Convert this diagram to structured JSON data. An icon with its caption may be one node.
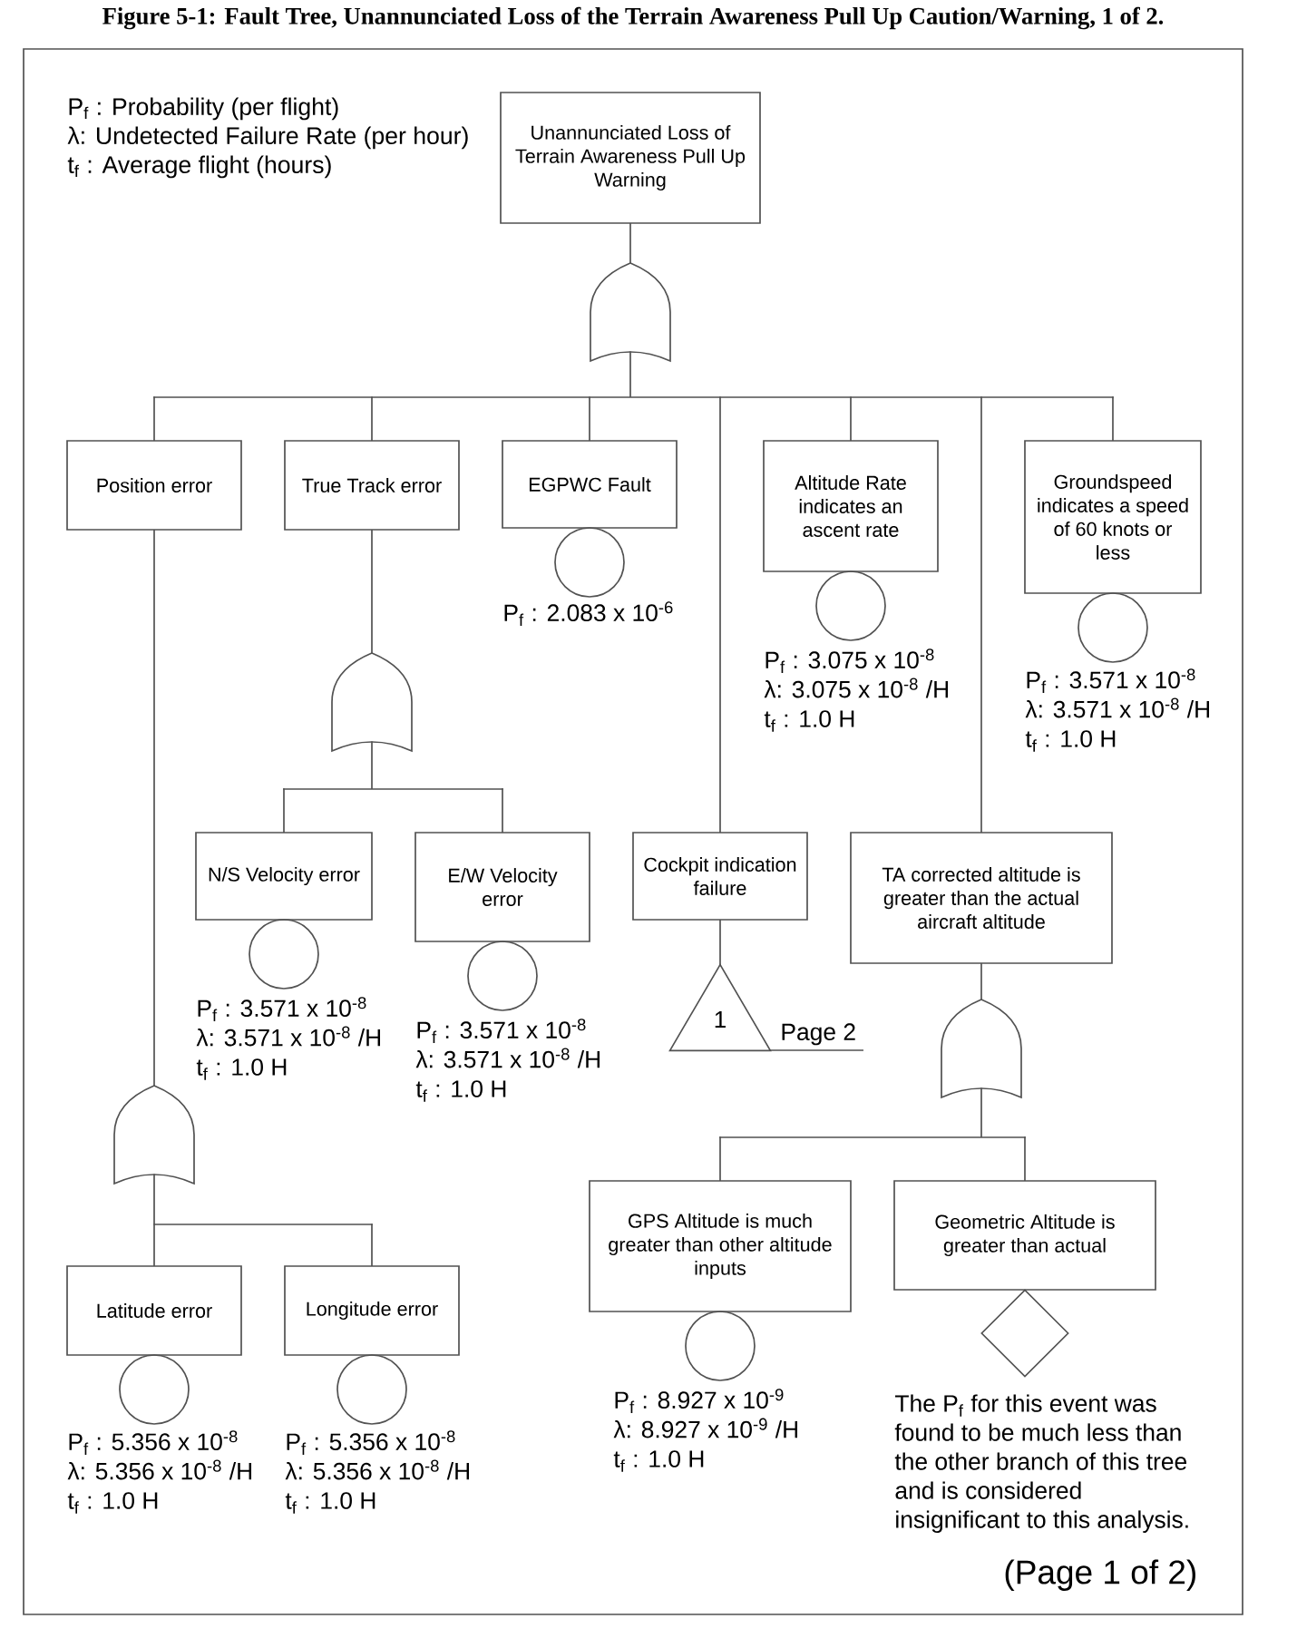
{
  "diagram": {
    "title": "Figure 5-1: Fault Tree, Unannunciated Loss of the Terrain Awareness Pull Up Caution/Warning, 1 of 2.",
    "nodes": [
      {
        "text": [
          "Unannunciated Loss of Terrain Awareness Pull Up Warning"
        ]
      },
      {
        "text": [],
        "shape": "gate"
      },
      {
        "text": [
          "Position error"
        ]
      },
      {
        "text": [
          "True Track error"
        ]
      },
      {
        "text": [
          "EGPWC Fault"
        ]
      },
      {
        "text": [],
        "shape": "circle",
        "beside": [
          "P$_{f}$ : 2.083 x 10$^{-6}$"
        ]
      },
      {
        "text": [
          "Altitude Rate indicates an ascent rate"
        ]
      },
      {
        "text": [],
        "shape": "circle",
        "beside": [
          "P$_{f}$ : 3.075 x 10$^{-8}$",
          "λ: 3.075 x 10$^{-8}$ /H",
          "t$_{f}$ : 1.0 H"
        ]
      },
      {
        "text": [
          "Groundspeed indicates a speed of 60 knots or less"
        ]
      },
      {
        "text": [],
        "shape": "circle",
        "beside": [
          "P$_{f}$ : 3.571 x 10$^{-8}$",
          "λ: 3.571 x 10$^{-8}$ /H",
          "t$_{f}$ : 1.0 H"
        ]
      },
      {
        "text": [],
        "shape": "gate"
      },
      {
        "text": [
          "N/S Velocity error"
        ]
      },
      {
        "text": [],
        "shape": "circle",
        "beside": [
          "P$_{f}$ : 3.571 x 10$^{-8}$",
          "λ: 3.571 x 10$^{-8}$ /H",
          "t$_{f}$ : 1.0 H"
        ]
      },
      {
        "text": [
          "E/W Velocity error"
        ]
      },
      {
        "text": [],
        "shape": "circle",
        "beside": [
          "P$_{f}$ : 3.571 x 10$^{-8}$",
          "λ: 3.571 x 10$^{-8}$ /H",
          "t$_{f}$ : 1.0 H"
        ]
      },
      {
        "text": [
          "Cockpit indication failure"
        ]
      },
      {
        "text": [
          "1"
        ],
        "beside": [
          "Page 2"
        ]
      },
      {
        "text": [
          "TA corrected altitude is greater than the actual aircraft altitude"
        ]
      },
      {
        "text": [],
        "shape": "gate"
      },
      {
        "text": [],
        "shape": "gate"
      },
      {
        "text": [
          "GPS Altitude is much greater than other altitude inputs"
        ]
      },
      {
        "text": [],
        "shape": "circle",
        "beside": [
          "P$_{f}$ : 8.927 x 10$^{-9}$",
          "λ: 8.927 x 10$^{-9}$ /H",
          "t$_{f}$ : 1.0 H"
        ]
      },
      {
        "text": [
          "Geometric Altitude is greater than actual"
        ]
      },
      {
        "text": [],
        "shape": "diamond",
        "beside": [
          "The P$_{f}$ for this event was found to be much less than the other branch of this tree and is considered insignificant to this analysis."
        ]
      },
      {
        "text": [
          "Latitude error"
        ]
      },
      {
        "text": [],
        "shape": "circle",
        "beside": [
          "P$_{f}$ : 5.356 x 10$^{-8}$",
          "λ: 5.356 x 10$^{-8}$ /H",
          "t$_{f}$ : 1.0 H"
        ]
      },
      {
        "text": [
          "Longitude error"
        ]
      },
      {
        "text": [],
        "shape": "circle",
        "beside": [
          "P$_{f}$ : 5.356 x 10$^{-8}$",
          "λ: 5.356 x 10$^{-8}$ /H",
          "t$_{f}$ : 1.0 H"
        ]
      }
    ],
    "edges": [
      {
        "from": 0,
        "to": 1,
        "arrow": "none"
      },
      {
        "from": 1,
        "to": 2,
        "arrow": "none"
      },
      {
        "from": 1,
        "to": 3,
        "arrow": "none"
      },
      {
        "from": 1,
        "to": 4,
        "arrow": "none"
      },
      {
        "from": 1,
        "to": 15,
        "arrow": "none"
      },
      {
        "from": 1,
        "to": 6,
        "arrow": "none"
      },
      {
        "from": 1,
        "to": 17,
        "arrow": "none"
      },
      {
        "from": 1,
        "to": 8,
        "arrow": "none"
      },
      {
        "from": 2,
        "to": 19,
        "arrow": "none"
      },
      {
        "from": 3,
        "to": 10,
        "arrow": "none"
      },
      {
        "from": 10,
        "to": 11,
        "arrow": "none"
      },
      {
        "from": 10,
        "to": 13,
        "arrow": "none"
      },
      {
        "from": 15,
        "to": 16,
        "arrow": "none"
      },
      {
        "from": 17,
        "to": 18,
        "arrow": "none"
      },
      {
        "from": 18,
        "to": 20,
        "arrow": "none"
      },
      {
        "from": 18,
        "to": 22,
        "arrow": "none"
      },
      {
        "from": 19,
        "to": 24,
        "arrow": "none"
      },
      {
        "from": 19,
        "to": 26,
        "arrow": "none"
      }
    ],
    "labels": [
      "P$_{f}$ : Probability (per flight)",
      "λ: Undetected Failure Rate (per hour)",
      "t$_{f}$ : Average flight (hours)",
      "(Page 1 of 2)"
    ]
  }
}
